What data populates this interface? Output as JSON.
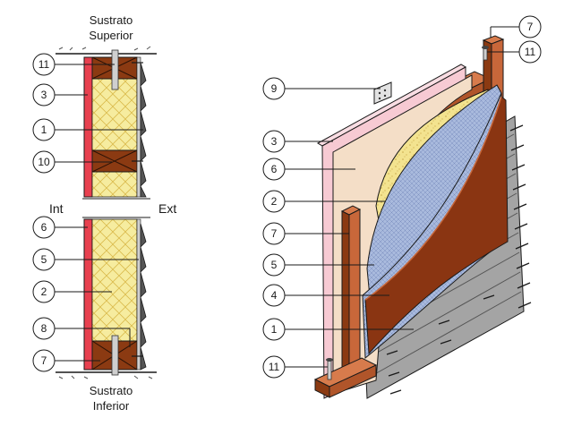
{
  "labels": {
    "top_substrate": [
      "Sustrato",
      "Superior"
    ],
    "bottom_substrate": [
      "Sustrato",
      "Inferior"
    ],
    "interior": "Int",
    "exterior": "Ext"
  },
  "section_callouts": [
    "11",
    "3",
    "1",
    "10",
    "6",
    "5",
    "2",
    "8",
    "7"
  ],
  "iso_callouts": [
    "9",
    "3",
    "6",
    "2",
    "7",
    "5",
    "4",
    "1",
    "11",
    "7",
    "11"
  ],
  "colors": {
    "wood": "#8b4513",
    "wood_light": "#c8673a",
    "pink_board": "#f6c9d2",
    "beige_board": "#f2dcc4",
    "insulation": "#f3e79a",
    "membrane": "#9fb3d9",
    "membrane_dark": "#7b8fbf",
    "siding": "#a7a7a7",
    "siding_dark": "#6f6f6f",
    "outline": "#1a1a1a"
  }
}
